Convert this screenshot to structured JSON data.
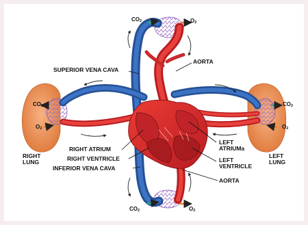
{
  "labels": {
    "superior_vena_cava": "SUPERIOR VENA CAVA",
    "aorta_top": "AORTA",
    "right_atrium": "RIGHT ATRIUM",
    "right_ventricle": "RIGHT VENTRICLE",
    "inferior_vena_cava": "INFERIOR VENA CAVA",
    "left_atrium": "LEFT ATRIUMa",
    "left_ventricle": "LEFT VENTRICLE",
    "aorta_bottom": "AORTA",
    "right_lung_1": "RIGHT",
    "right_lung_2": "LUNG",
    "left_lung_1": "LEFT",
    "left_lung_2": "LUNG",
    "left_atrium_1": "LEFT",
    "left_atrium_2": "ATRIUMa",
    "left_ventricle_1": "LEFT",
    "left_ventricle_2": "VENTRICLE"
  },
  "gases": {
    "co2": "CO",
    "co2_sub": "2",
    "o2": "O",
    "o2_sub": "2"
  },
  "colors": {
    "oxygenated": "#d9262b",
    "deoxygenated": "#2f5fa8",
    "lung": "#e8874a",
    "capillary": "#a77bc8",
    "co2_arrow": "#2aa77a",
    "o2_arrow": "#f07a2a"
  }
}
